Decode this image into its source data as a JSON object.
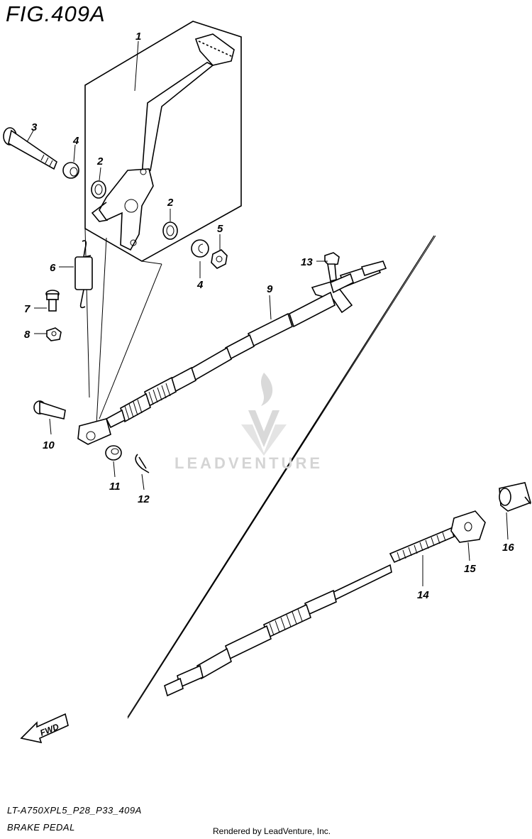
{
  "figure_title": "FIG.409A",
  "footer": {
    "model_code": "LT-A750XPL5_P28_P33_409A",
    "diagram_name": "BRAKE PEDAL",
    "rendered_by": "Rendered by LeadVenture, Inc."
  },
  "watermark": {
    "text": "LEADVENTURE",
    "color": "#d4d4d4"
  },
  "fwd_arrow": {
    "label": "FWD"
  },
  "callouts": [
    "1",
    "2",
    "2",
    "3",
    "4",
    "4",
    "5",
    "6",
    "7",
    "8",
    "9",
    "10",
    "11",
    "12",
    "13",
    "14",
    "15",
    "16"
  ]
}
